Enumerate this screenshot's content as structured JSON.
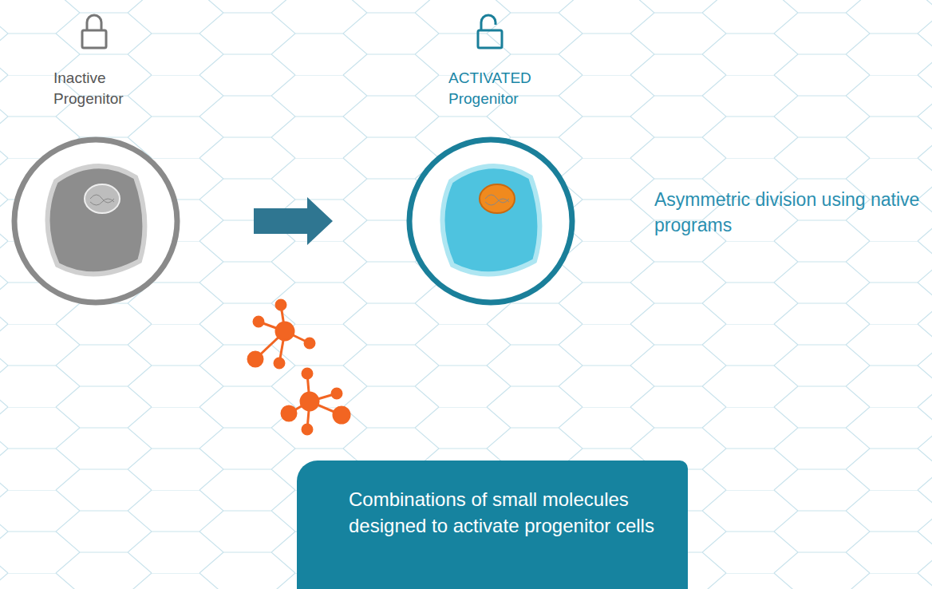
{
  "diagram": {
    "nodes": [
      {
        "text": [
          "Inactive Progenitor"
        ]
      },
      {
        "text": [
          "ACTIVATED Progenitor"
        ]
      },
      {
        "text": [
          "Combinations of small molecules designed to activate progenitor cells"
        ]
      }
    ],
    "edges": [
      {
        "from": 0,
        "to": 1,
        "arrow": "to"
      }
    ],
    "labels": [
      "Asymmetric division using native programs"
    ]
  }
}
